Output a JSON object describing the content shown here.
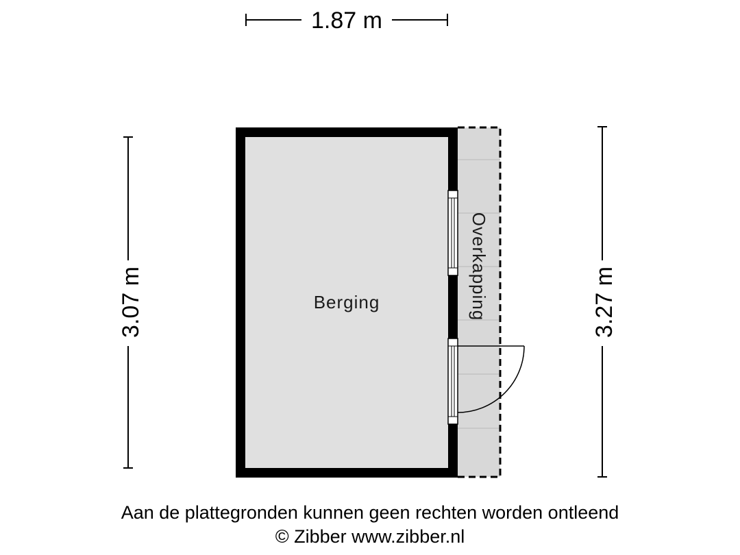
{
  "floorplan": {
    "dimensions": {
      "width_top": "1.87 m",
      "height_left": "3.07 m",
      "height_right": "3.27 m"
    },
    "rooms": {
      "berging": "Berging",
      "overkapping": "Overkapping"
    },
    "colors": {
      "wall": "#000000",
      "floor": "#e0e0e0",
      "overhang": "#d8d8d8",
      "dimension_line": "#000000"
    }
  },
  "footer": {
    "disclaimer": "Aan de plattegronden kunnen geen rechten worden ontleend",
    "copyright": "© Zibber www.zibber.nl"
  }
}
